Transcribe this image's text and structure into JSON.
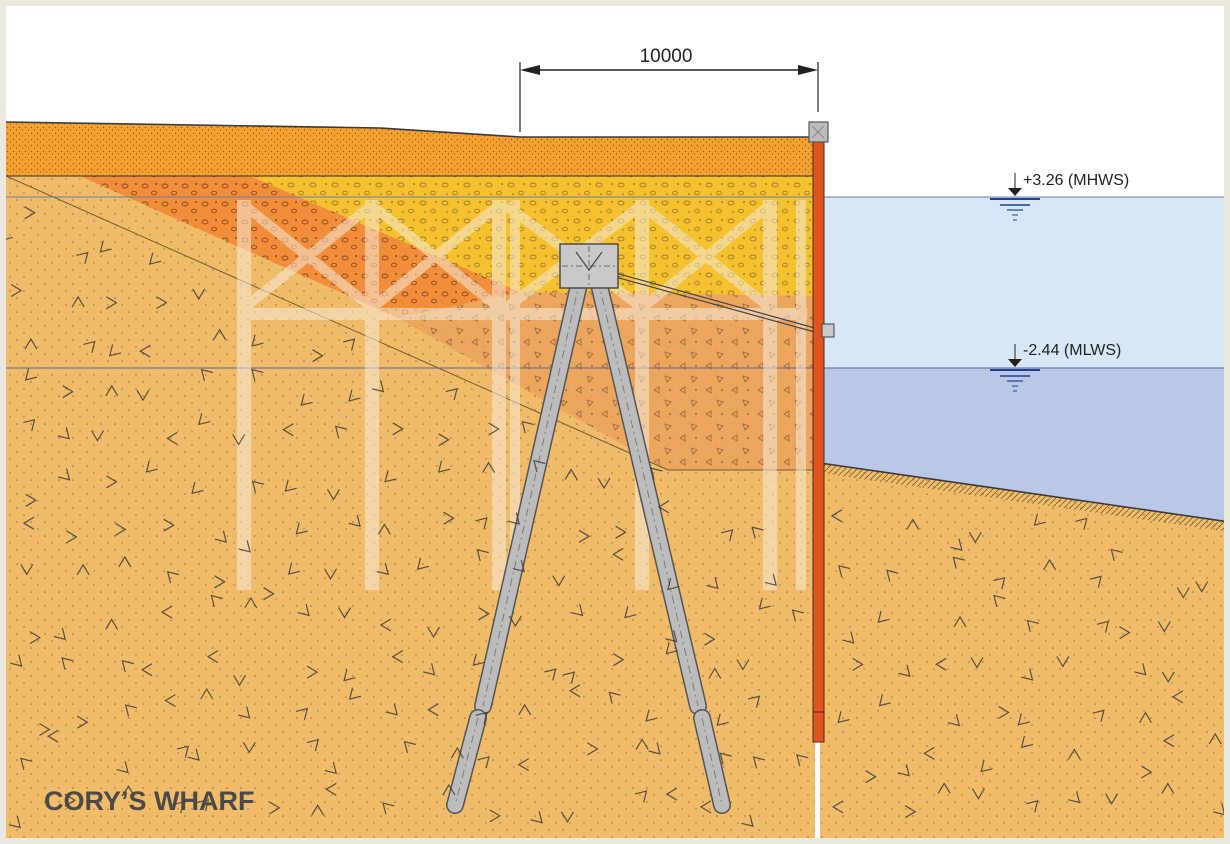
{
  "dimension": {
    "value": "10000"
  },
  "water_levels": {
    "mhws": {
      "label": "+3.26 (MHWS)"
    },
    "mlws": {
      "label": "-2.44 (MLWS)"
    }
  },
  "title": "CORY’S WHARF",
  "colors": {
    "frame": "#ebe8de",
    "sky": "#ffffff",
    "ground": "#f0bc6a",
    "top_fill": "#f3a230",
    "yellow_fill": "#f5c12e",
    "orange_fill": "#f28d3a",
    "water_upper": "#d7e7f5",
    "water_lower": "#b8c8e6",
    "sheet_pile": "#e2541e",
    "pile_grey": "#bcbcbc",
    "water_symbol": "#1f3f93",
    "title_text": "#4a4a4a"
  }
}
